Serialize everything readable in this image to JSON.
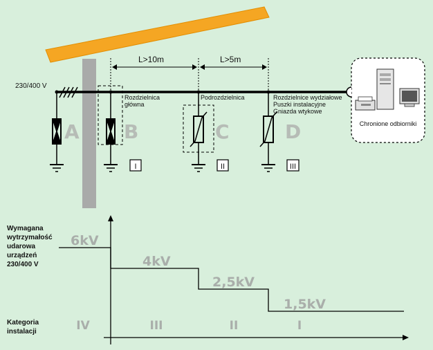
{
  "voltage_label": "230/400 V",
  "distances": {
    "d1": "L>10m",
    "d2": "L>5m"
  },
  "nodes": {
    "main": {
      "label_line1": "Rozdzielnica",
      "label_line2": "główna"
    },
    "sub": {
      "label": "Podrozdzielnica"
    },
    "dept": {
      "line1": "Rozdzielnice wydziałowe",
      "line2": "Puszki instalacyjne",
      "line3": "Gniazda wtykowe"
    }
  },
  "letters": [
    "A",
    "B",
    "C",
    "D"
  ],
  "classes": [
    "I",
    "II",
    "III"
  ],
  "protected_label": "Chronione odbiorniki",
  "ylabel": [
    "Wymagana",
    "wytrzymałość",
    "udarowa",
    "urządzeń",
    "230/400 V"
  ],
  "category_label": [
    "Kategoria",
    "instalacji"
  ],
  "steps": [
    "6kV",
    "4kV",
    "2,5kV",
    "1,5kV"
  ],
  "categories": [
    "IV",
    "III",
    "II",
    "I"
  ],
  "colors": {
    "background": "#d8efdc",
    "roof": "#f5a623",
    "pole": "#a9aaa9",
    "line": "#000000",
    "grey_text": "#a9aeaa"
  }
}
